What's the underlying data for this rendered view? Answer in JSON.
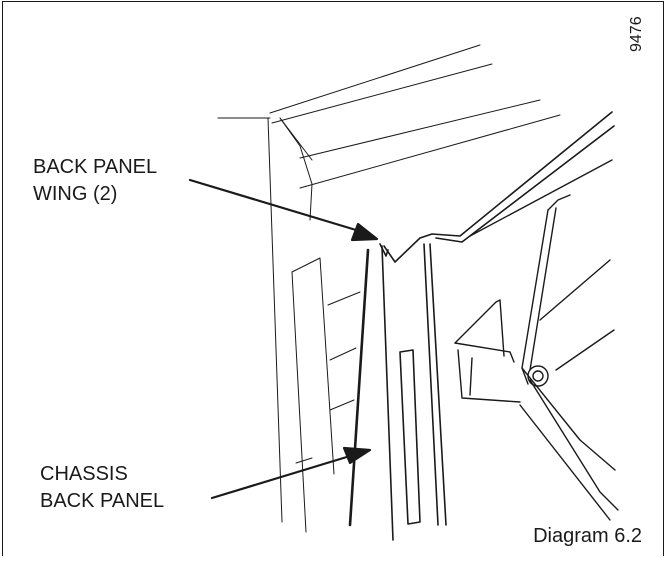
{
  "labels": {
    "back_panel_wing_line1": "BACK PANEL",
    "back_panel_wing_line2": "WING (2)",
    "chassis_back_panel_line1": "CHASSIS",
    "chassis_back_panel_line2": "BACK PANEL"
  },
  "drawing_id": "9476",
  "caption": "Diagram 6.2"
}
